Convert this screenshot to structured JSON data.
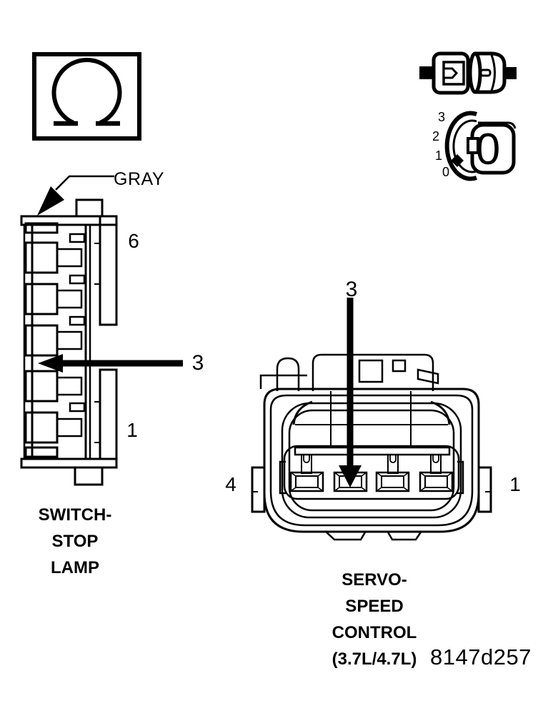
{
  "figure": {
    "id": "8147d257"
  },
  "header_icons": {
    "ohmmeter": {
      "symbol_name": "ohm-symbol"
    },
    "pinout": {
      "face_label": "0",
      "ticks": [
        "3",
        "2",
        "1",
        "0"
      ]
    }
  },
  "left_connector": {
    "color_label": "GRAY",
    "pin_top": "6",
    "pin_bottom": "1",
    "arrow_pin": "3",
    "caption": [
      "SWITCH-",
      "STOP",
      "LAMP"
    ]
  },
  "right_connector": {
    "arrow_pin": "3",
    "pin_left": "4",
    "pin_right": "1",
    "caption": [
      "SERVO-",
      "SPEED",
      "CONTROL",
      "(3.7L/4.7L)"
    ]
  }
}
